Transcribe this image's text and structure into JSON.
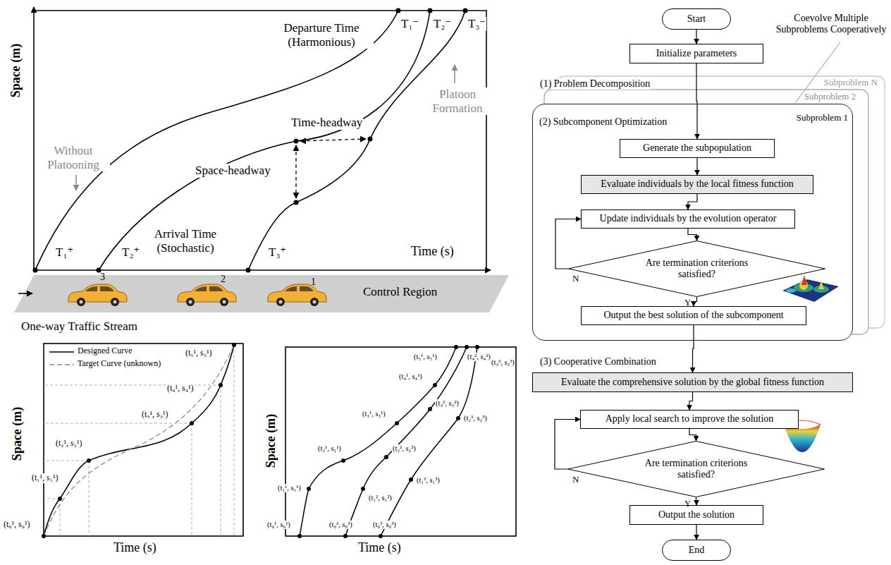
{
  "diagram": {
    "nodes": [
      {
        "text": [
          "Start"
        ]
      },
      {
        "text": [
          "Initialize parameters"
        ]
      },
      {
        "text": [
          "Subproblem N"
        ]
      },
      {
        "text": [
          "Subproblem 2"
        ]
      },
      {
        "text": [
          "(2) Subcomponent Optimization",
          "Subproblem 1"
        ]
      },
      {
        "text": [
          "Generate the subpopulation"
        ],
        "in": 4
      },
      {
        "text": [
          "Evaluate individuals by the local fitness function"
        ],
        "in": 4
      },
      {
        "text": [
          "Update individuals by the evolution operator"
        ],
        "in": 4
      },
      {
        "text": [
          "Are termination criterions satisfied?"
        ],
        "in": 4
      },
      {
        "text": [
          "Output the best solution of the subcomponent"
        ],
        "in": 4
      },
      {
        "text": [
          "Evaluate the comprehensive solution by the global fitness function"
        ]
      },
      {
        "text": [
          "Apply local search to improve the solution"
        ]
      },
      {
        "text": [
          "Are termination criterions satisfied?"
        ]
      },
      {
        "text": [
          "Output the solution"
        ]
      },
      {
        "text": [
          "End"
        ]
      }
    ],
    "edges": [
      {
        "from": 0,
        "to": 1,
        "arrow": "to"
      },
      {
        "from": 1,
        "to": 5,
        "arrow": "to"
      },
      {
        "from": 5,
        "to": 6,
        "arrow": "to"
      },
      {
        "from": 6,
        "to": 7,
        "arrow": "to"
      },
      {
        "from": 7,
        "to": 8,
        "arrow": "to"
      },
      {
        "from": 8,
        "to": 7,
        "label": "N",
        "arrow": "to"
      },
      {
        "from": 8,
        "to": 9,
        "label": "Y",
        "arrow": "to"
      },
      {
        "from": 9,
        "to": 10,
        "arrow": "to"
      },
      {
        "from": 10,
        "to": 11,
        "arrow": "to"
      },
      {
        "from": 11,
        "to": 12,
        "arrow": "to"
      },
      {
        "from": 12,
        "to": 11,
        "label": "N",
        "arrow": "to"
      },
      {
        "from": 12,
        "to": 13,
        "label": "Y",
        "arrow": "to"
      },
      {
        "from": 13,
        "to": 14,
        "arrow": "to"
      }
    ],
    "labels": [
      "Space (m)",
      "Departure Time (Harmonious)",
      "T₁⁻",
      "T₂⁻",
      "T₃⁻",
      "Platoon Formation",
      "Without Platooning",
      "Time-headway",
      "Space-headway",
      "Arrival Time (Stochastic)",
      "T₁⁺",
      "T₂⁺",
      "T₃⁺",
      "Time (s)",
      "3",
      "2",
      "1",
      "Control Region",
      "One-way Traffic Stream",
      "Space (m)",
      "Time (s)",
      "(t₀¹, s₀¹)",
      "(t₁¹, s₁¹)",
      "(t₂¹, s₂¹)",
      "(t₃¹, s₃¹)",
      "(t₄¹, s₄¹)",
      "(t₅¹, s₅¹)",
      "Space (m)",
      "Time (s)",
      "(t₅¹, s₅¹)",
      "(t₄², s₄²)",
      "(t₃³, s₃³)",
      "(t₄¹, s₄¹)",
      "(t₃¹, s₃¹)",
      "(t₃², s₃²)",
      "(t₂³, s₂³)",
      "(t₂¹, s₂¹)",
      "(t₂², s₂²)",
      "(t₁¹, s₁¹)",
      "(t₁², s₁²)",
      "(t₁³, s₁³)",
      "(t₀¹, s₀¹)",
      "(t₀², s₀²)",
      "(t₀³, s₀³)",
      "Coevolve Multiple Subproblems Cooperatively",
      "(1) Problem Decomposition",
      "(3) Cooperative Combination"
    ],
    "legend": [
      {
        "text": "Designed Curve"
      },
      {
        "text": "Target Curve (unknown)"
      }
    ]
  }
}
